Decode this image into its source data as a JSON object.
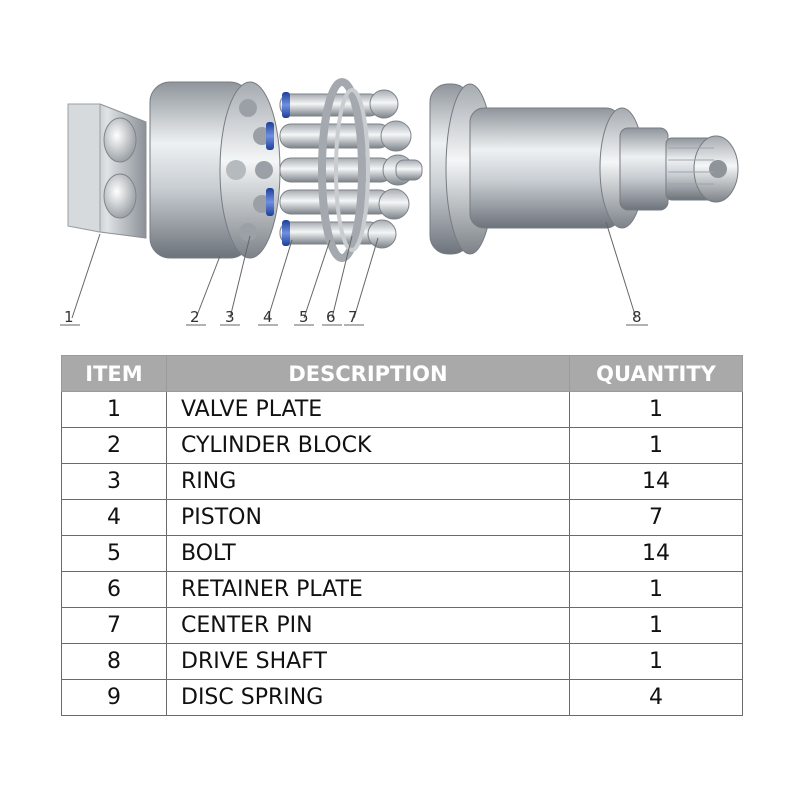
{
  "diagram": {
    "callouts": [
      "1",
      "2",
      "3",
      "4",
      "5",
      "6",
      "7",
      "8"
    ]
  },
  "table": {
    "headers": {
      "item": "ITEM",
      "description": "DESCRIPTION",
      "quantity": "QUANTITY"
    },
    "rows": [
      {
        "item": "1",
        "description": "VALVE PLATE",
        "quantity": "1"
      },
      {
        "item": "2",
        "description": "CYLINDER BLOCK",
        "quantity": "1"
      },
      {
        "item": "3",
        "description": "RING",
        "quantity": "14"
      },
      {
        "item": "4",
        "description": "PISTON",
        "quantity": "7"
      },
      {
        "item": "5",
        "description": "BOLT",
        "quantity": "14"
      },
      {
        "item": "6",
        "description": "RETAINER PLATE",
        "quantity": "1"
      },
      {
        "item": "7",
        "description": "CENTER PIN",
        "quantity": "1"
      },
      {
        "item": "8",
        "description": "DRIVE SHAFT",
        "quantity": "1"
      },
      {
        "item": "9",
        "description": "DISC SPRING",
        "quantity": "4"
      }
    ]
  },
  "colors": {
    "header_bg": "#a9a9a9",
    "header_text": "#ffffff",
    "border": "#6b6b6b"
  }
}
